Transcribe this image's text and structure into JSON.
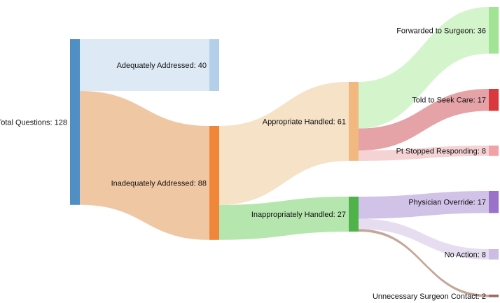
{
  "chart_data": {
    "type": "sankey",
    "nodes": [
      {
        "id": "total",
        "label": "Total Questions: 128",
        "value": 128,
        "color": "#4f8fc4"
      },
      {
        "id": "adequate",
        "label": "Adequately Addressed: 40",
        "value": 40,
        "color": "#b3cfea"
      },
      {
        "id": "inadequate",
        "label": "Inadequately Addressed: 88",
        "value": 88,
        "color": "#f0863a"
      },
      {
        "id": "appropriate",
        "label": "Appropriate Handled: 61",
        "value": 61,
        "color": "#f1b880"
      },
      {
        "id": "inappropriate",
        "label": "Inappropriately Handled: 27",
        "value": 27,
        "color": "#4fb34a"
      },
      {
        "id": "forwarded",
        "label": "Forwarded to Surgeon: 36",
        "value": 36,
        "color": "#a2e495"
      },
      {
        "id": "seekcare",
        "label": "Told to Seek Care: 17",
        "value": 17,
        "color": "#d9393c"
      },
      {
        "id": "stopped",
        "label": "Pt Stopped Responding: 8",
        "value": 8,
        "color": "#f3a1a4"
      },
      {
        "id": "override",
        "label": "Physician Override: 17",
        "value": 17,
        "color": "#9a72c9"
      },
      {
        "id": "noaction",
        "label": "No Action: 8",
        "value": 8,
        "color": "#cdbce3"
      },
      {
        "id": "unnecessary",
        "label": "Unnecessary Surgeon Contact: 2",
        "value": 2,
        "color": "#9e6a5c"
      }
    ],
    "links": [
      {
        "source": "total",
        "target": "adequate",
        "value": 40,
        "color": "#dde9f5"
      },
      {
        "source": "total",
        "target": "inadequate",
        "value": 88,
        "color": "#f0c7a3"
      },
      {
        "source": "inadequate",
        "target": "appropriate",
        "value": 61,
        "color": "#f6e2c6"
      },
      {
        "source": "inadequate",
        "target": "inappropriate",
        "value": 27,
        "color": "#b5e6ae"
      },
      {
        "source": "appropriate",
        "target": "forwarded",
        "value": 36,
        "color": "#d4f5cc"
      },
      {
        "source": "appropriate",
        "target": "seekcare",
        "value": 17,
        "color": "#e5a3a8"
      },
      {
        "source": "appropriate",
        "target": "stopped",
        "value": 8,
        "color": "#f5d3d5"
      },
      {
        "source": "inappropriate",
        "target": "override",
        "value": 17,
        "color": "#d1c2e8"
      },
      {
        "source": "inappropriate",
        "target": "noaction",
        "value": 8,
        "color": "#e6ddf1"
      },
      {
        "source": "inappropriate",
        "target": "unnecessary",
        "value": 2,
        "color": "#c6a69b"
      }
    ]
  }
}
